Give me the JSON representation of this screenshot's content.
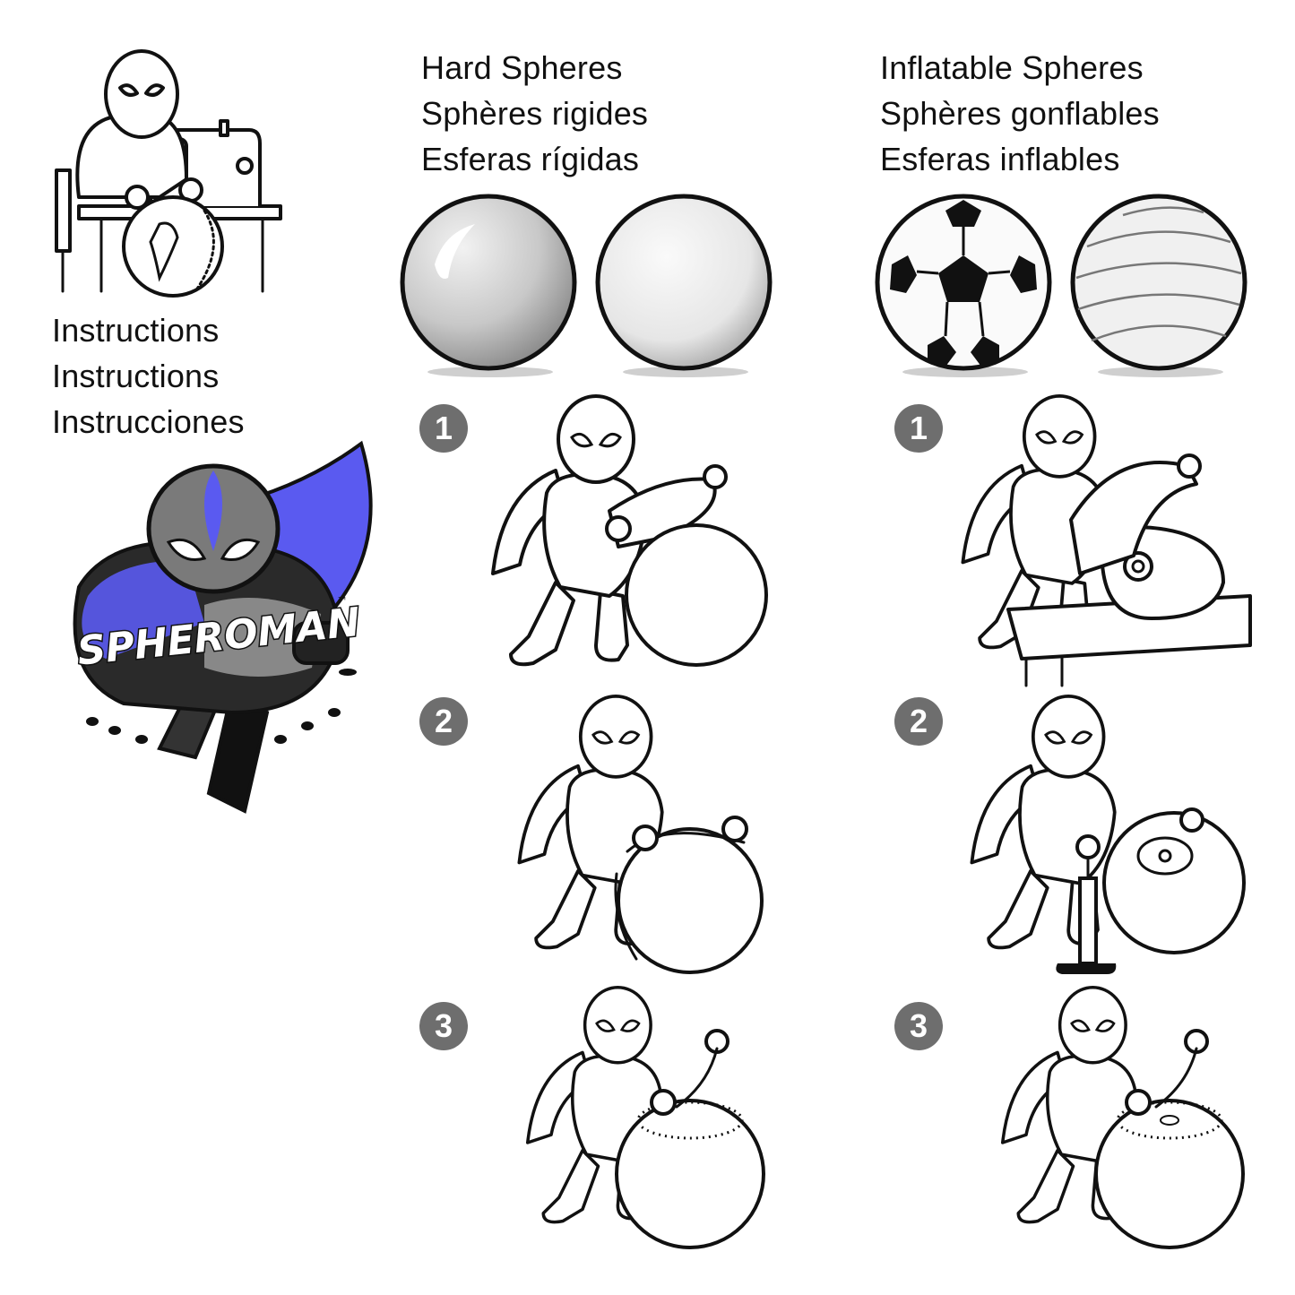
{
  "instructions": {
    "lines": [
      "Instructions",
      "Instructions",
      "Instrucciones"
    ]
  },
  "brand": {
    "logo_text": "SPHEROMAN",
    "trademark": "™",
    "accent_color": "#5a5af0"
  },
  "hard_spheres": {
    "title_lines": [
      "Hard Spheres",
      "Sphères rigides",
      "Esferas rígidas"
    ]
  },
  "inflatable_spheres": {
    "title_lines": [
      "Inflatable Spheres",
      "Sphères gonflables",
      "Esferas inflables"
    ]
  },
  "steps": {
    "hard": [
      "1",
      "2",
      "3"
    ],
    "inflatable": [
      "1",
      "2",
      "3"
    ]
  },
  "colors": {
    "badge": "#6e6e6e",
    "ink": "#111111"
  }
}
